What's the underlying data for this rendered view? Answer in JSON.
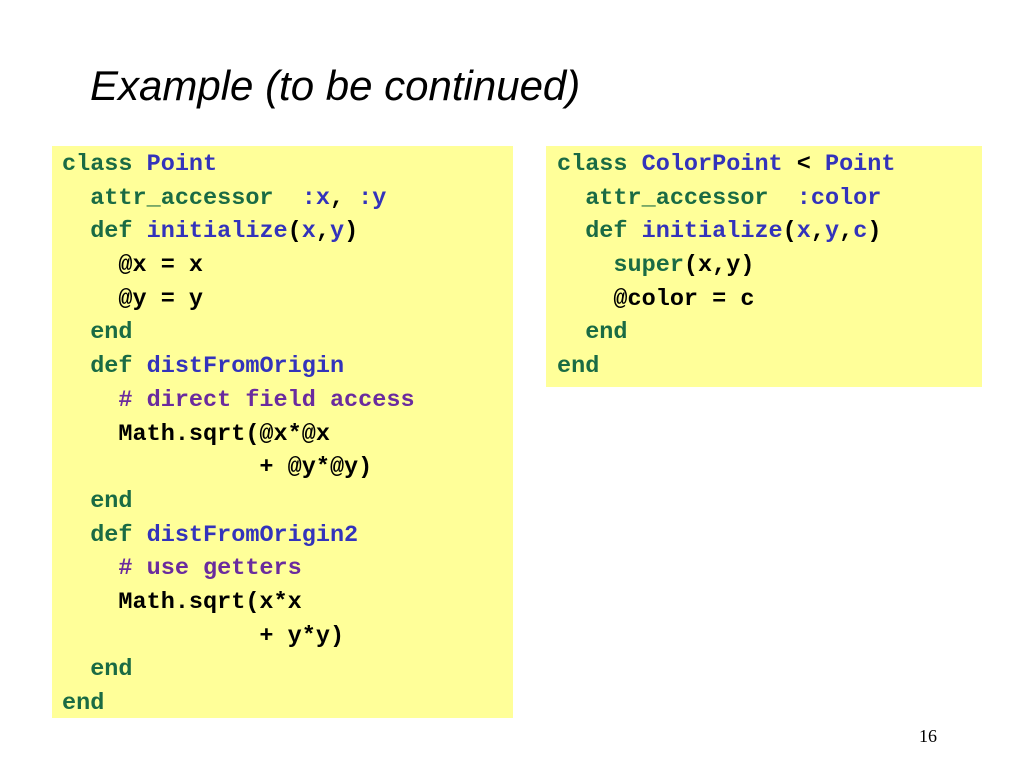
{
  "slide": {
    "title": "Example (to be continued)",
    "page_number": "16"
  },
  "colors": {
    "keyword": "#1a6b44",
    "name": "#3333bb",
    "comment": "#6a2b9e",
    "plain": "#000000",
    "code_background": "#ffff99"
  },
  "code_left": [
    [
      [
        "class ",
        "keyword"
      ],
      [
        "Point",
        "name"
      ]
    ],
    [
      [
        "  attr_accessor ",
        "keyword"
      ],
      [
        " :x",
        "name"
      ],
      [
        ", ",
        "plain"
      ],
      [
        ":y",
        "name"
      ]
    ],
    [
      [
        "  def ",
        "keyword"
      ],
      [
        "initialize",
        "name"
      ],
      [
        "(",
        "plain"
      ],
      [
        "x",
        "name"
      ],
      [
        ",",
        "plain"
      ],
      [
        "y",
        "name"
      ],
      [
        ")",
        "plain"
      ]
    ],
    [
      [
        "    @x = x",
        "plain"
      ]
    ],
    [
      [
        "    @y = y",
        "plain"
      ]
    ],
    [
      [
        "  end",
        "keyword"
      ]
    ],
    [
      [
        "  def ",
        "keyword"
      ],
      [
        "distFromOrigin",
        "name"
      ]
    ],
    [
      [
        "    # direct field access",
        "comment"
      ]
    ],
    [
      [
        "    Math.sqrt(@x*@x",
        "plain"
      ]
    ],
    [
      [
        "              + @y*@y)",
        "plain"
      ]
    ],
    [
      [
        "  end",
        "keyword"
      ]
    ],
    [
      [
        "  def ",
        "keyword"
      ],
      [
        "distFromOrigin2",
        "name"
      ]
    ],
    [
      [
        "    # use getters",
        "comment"
      ]
    ],
    [
      [
        "    Math.sqrt(x*x",
        "plain"
      ]
    ],
    [
      [
        "              + y*y)",
        "plain"
      ]
    ],
    [
      [
        "  end",
        "keyword"
      ]
    ],
    [
      [
        "end",
        "keyword"
      ]
    ]
  ],
  "code_right": [
    [
      [
        "class ",
        "keyword"
      ],
      [
        "ColorPoint",
        "name"
      ],
      [
        " < ",
        "plain"
      ],
      [
        "Point",
        "name"
      ]
    ],
    [
      [
        "  attr_accessor ",
        "keyword"
      ],
      [
        " :color",
        "name"
      ]
    ],
    [
      [
        "  def ",
        "keyword"
      ],
      [
        "initialize",
        "name"
      ],
      [
        "(",
        "plain"
      ],
      [
        "x",
        "name"
      ],
      [
        ",",
        "plain"
      ],
      [
        "y",
        "name"
      ],
      [
        ",",
        "plain"
      ],
      [
        "c",
        "name"
      ],
      [
        ")",
        "plain"
      ]
    ],
    [
      [
        "    super",
        "keyword"
      ],
      [
        "(x,y)",
        "plain"
      ]
    ],
    [
      [
        "    @color = c",
        "plain"
      ]
    ],
    [
      [
        "  end",
        "keyword"
      ]
    ],
    [
      [
        "end",
        "keyword"
      ]
    ]
  ]
}
